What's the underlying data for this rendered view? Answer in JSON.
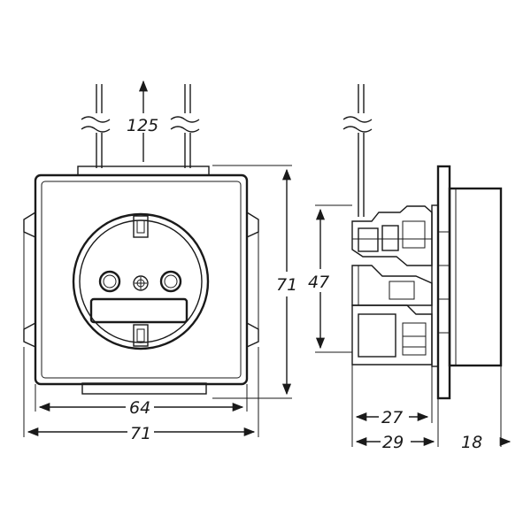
{
  "front_view": {
    "cable_spacing": "125",
    "frame_height": "71",
    "inner_width": "64",
    "frame_width": "71"
  },
  "side_view": {
    "insert_height": "47",
    "depth_mount": "27",
    "depth_total": "29",
    "depth_front": "18"
  },
  "colors": {
    "line": "#1a1a1a",
    "background": "#ffffff"
  }
}
